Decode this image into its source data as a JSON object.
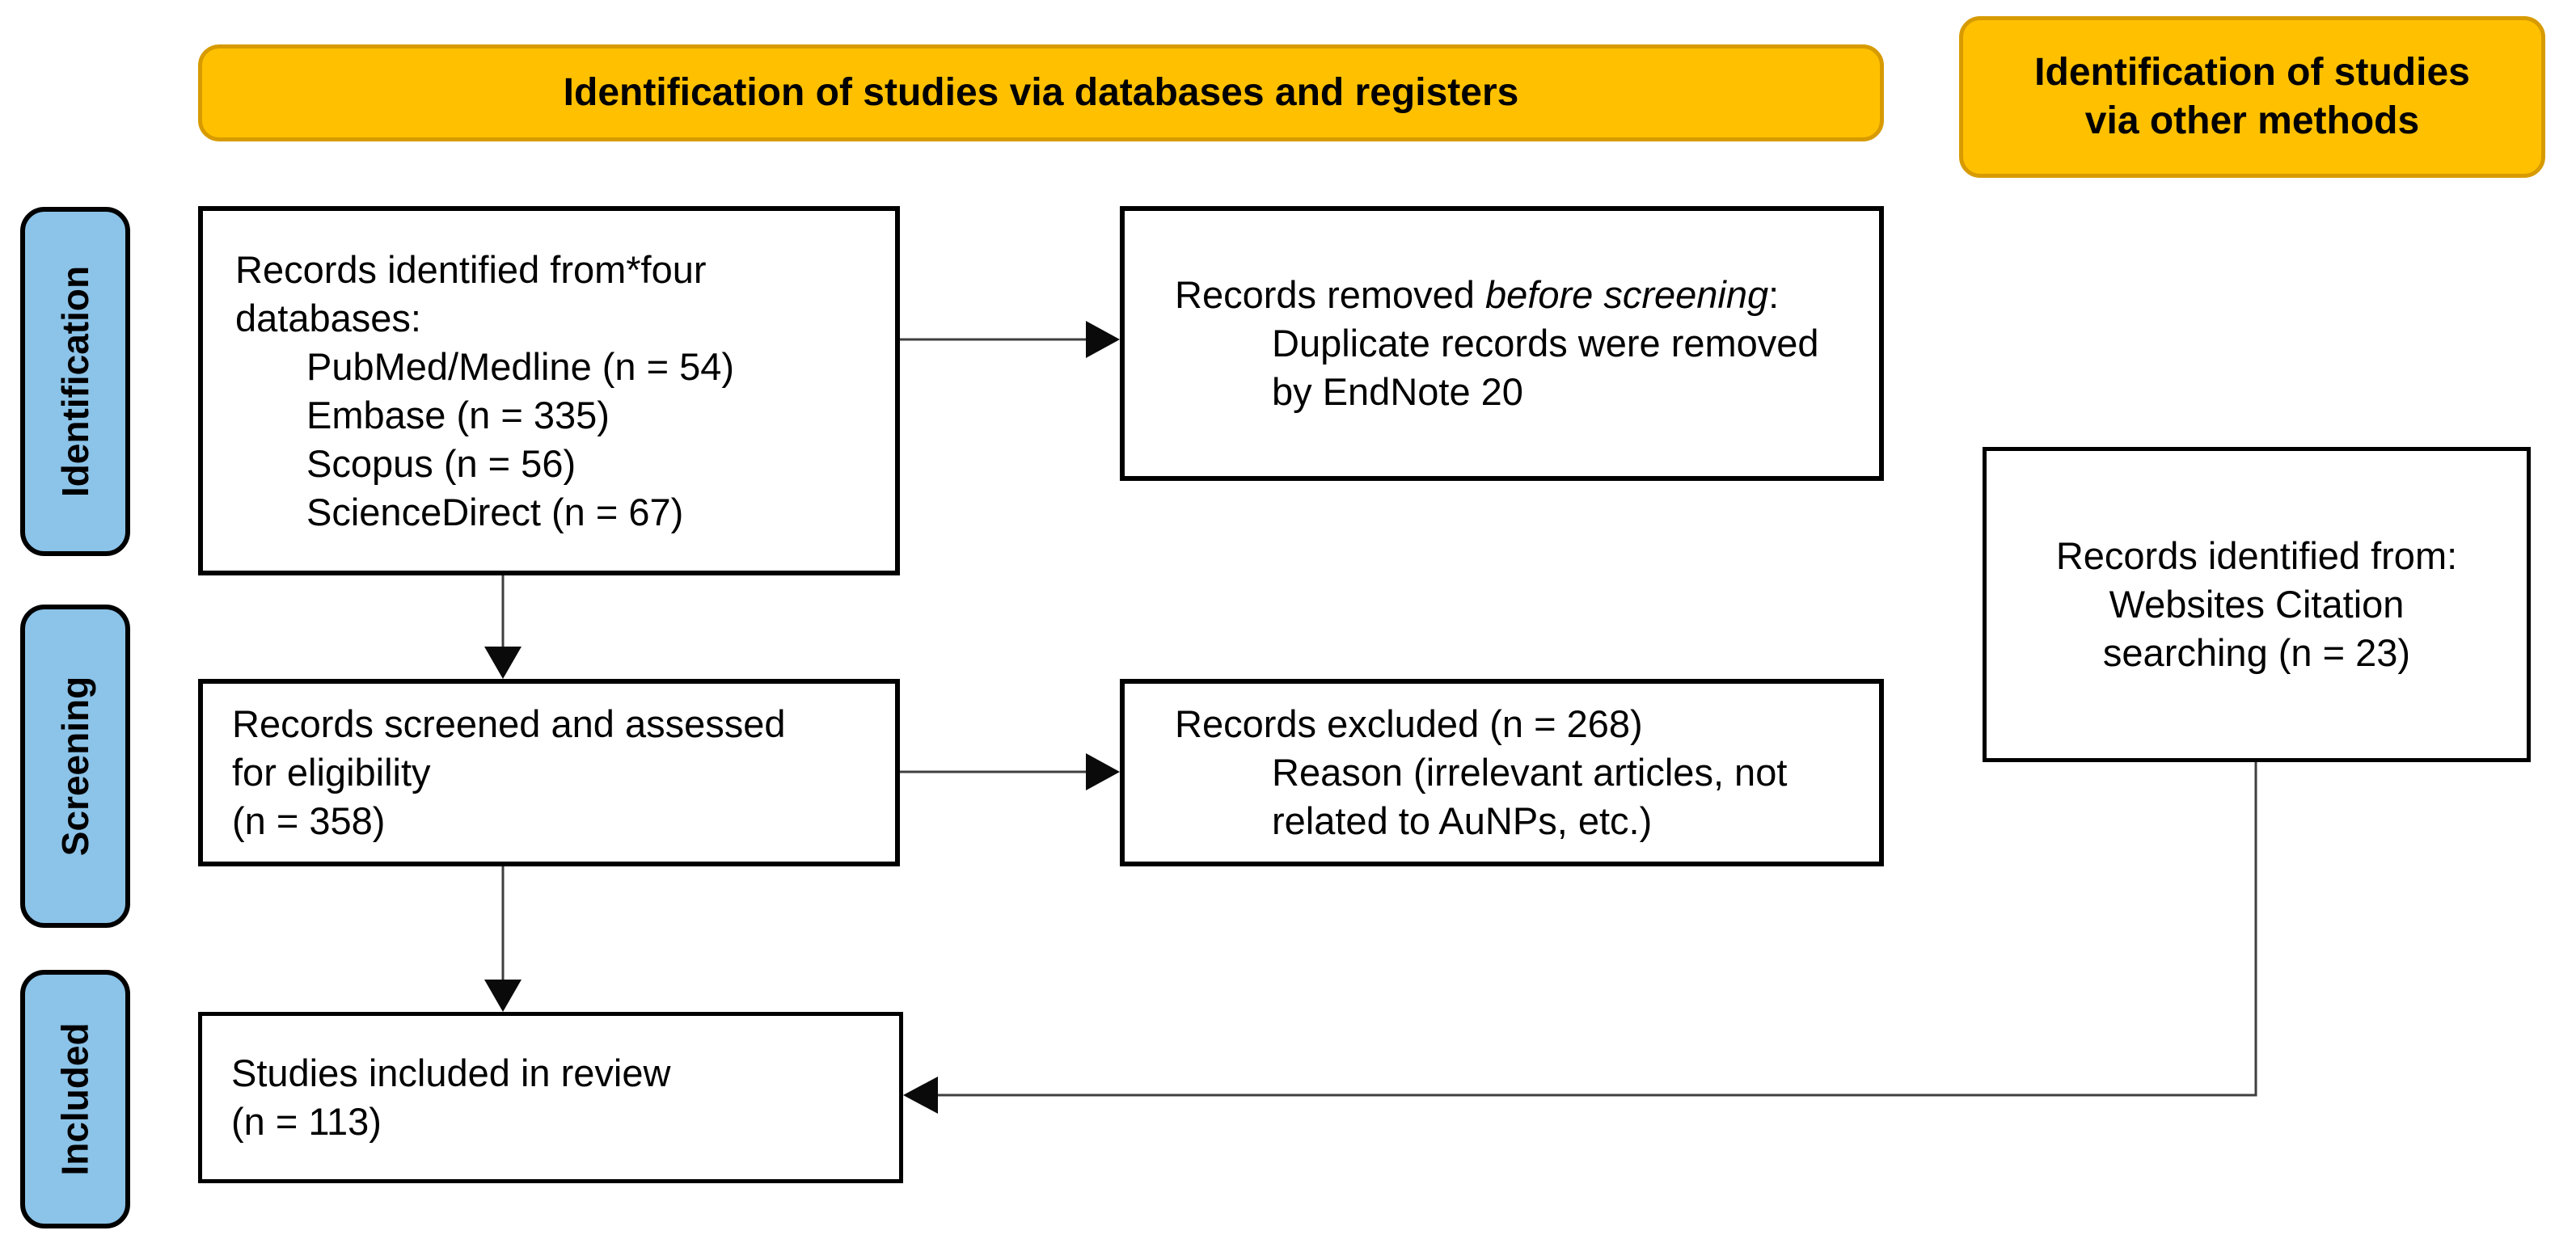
{
  "banners": {
    "databases": "Identification of studies via databases and registers",
    "other_methods": "Identification of studies\nvia other methods"
  },
  "stage_labels": {
    "identification": "Identification",
    "screening": "Screening",
    "included": "Included"
  },
  "boxes": {
    "records_identified": {
      "intro": "Records identified from*four\ndatabases:",
      "items": [
        "PubMed/Medline (n = 54)",
        "Embase (n = 335)",
        "Scopus (n = 56)",
        "ScienceDirect (n = 67)"
      ]
    },
    "records_removed": {
      "prefix": "Records removed ",
      "emphasis": "before screening",
      "suffix": ":",
      "detail": "Duplicate records were removed\nby EndNote 20"
    },
    "records_screened": {
      "text": "Records screened and assessed\nfor eligibility\n(n = 358)"
    },
    "records_excluded": {
      "title": "Records excluded (n = 268)",
      "detail": "Reason (irrelevant articles, not\nrelated to AuNPs, etc.)"
    },
    "records_other_methods": {
      "text": "Records identified from:\nWebsites Citation\nsearching (n = 23)"
    },
    "studies_included": {
      "text": "Studies included in review\n(n = 113)"
    }
  },
  "colors": {
    "page_bg": "#FFFFFF",
    "banner_fill": "#FFC000",
    "banner_border": "#D79B00",
    "banner_text": "#000000",
    "stage_fill": "#8CC3E8",
    "stage_border": "#000000",
    "box_bg": "#FFFFFF",
    "box_border": "#000000",
    "arrow_line": "#3F3F3F",
    "arrow_head": "#0A0A0A"
  }
}
